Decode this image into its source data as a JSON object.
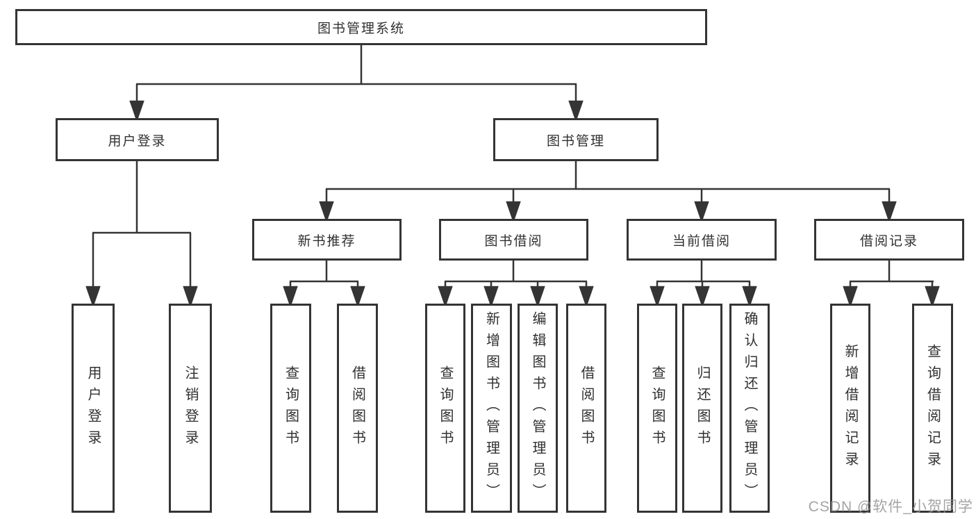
{
  "nodes": {
    "root": "图书管理系统",
    "user_login": "用户登录",
    "book_mgmt": "图书管理",
    "new_book_rec": "新书推荐",
    "book_borrow": "图书借阅",
    "current_borrow": "当前借阅",
    "borrow_records": "借阅记录",
    "leaf_user_login": "用户登录",
    "leaf_logout": "注销登录",
    "leaf_nbr_query": "查询图书",
    "leaf_nbr_borrow": "借阅图书",
    "leaf_bb_query": "查询图书",
    "leaf_bb_add": "新增图书（管理员）",
    "leaf_bb_edit": "编辑图书（管理员）",
    "leaf_bb_borrow": "借阅图书",
    "leaf_cb_query": "查询图书",
    "leaf_cb_return": "归还图书",
    "leaf_cb_confirm": "确认归还（管理员）",
    "leaf_br_add": "新增借阅记录",
    "leaf_br_query": "查询借阅记录"
  },
  "watermark": "CSDN @软件_小贺同学",
  "colors": {
    "line": "#343434",
    "text": "#303030",
    "watermark": "#949494",
    "background": "#ffffff"
  }
}
